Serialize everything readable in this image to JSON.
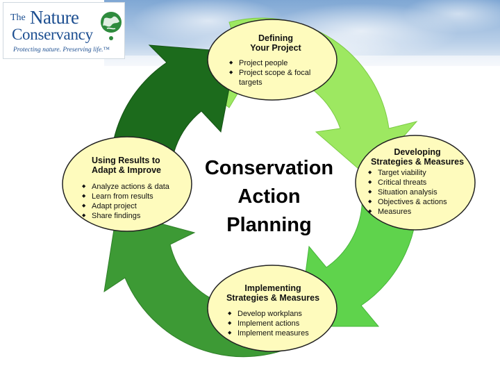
{
  "logo": {
    "the": "The",
    "nature": "Nature",
    "conservancy": "Conservancy",
    "tagline": "Protecting nature. Preserving life.™"
  },
  "center": {
    "line1": "Conservation",
    "line2": "Action",
    "line3": "Planning"
  },
  "nodes": {
    "defining": {
      "title": [
        "Defining",
        "Your Project"
      ],
      "items": [
        "Project people",
        "Project scope & focal targets"
      ]
    },
    "developing": {
      "title": [
        "Developing",
        "Strategies & Measures"
      ],
      "items": [
        "Target viability",
        "Critical threats",
        "Situation analysis",
        "Objectives & actions",
        "Measures"
      ]
    },
    "implementing": {
      "title": [
        "Implementing",
        "Strategies & Measures"
      ],
      "items": [
        "Develop workplans",
        "Implement actions",
        "Implement measures"
      ]
    },
    "using": {
      "title": [
        "Using Results to",
        "Adapt & Improve"
      ],
      "items": [
        "Analyze actions & data",
        "Learn from results",
        "Adapt project",
        "Share findings"
      ]
    }
  },
  "colors": {
    "arrow_light": "#9de861",
    "arrow_mid": "#5fd34c",
    "arrow_dark": "#3d9a35",
    "arrow_darkest": "#1c6b1c",
    "bubble_fill": "#fefbbd",
    "bubble_stroke": "#222222",
    "sky": "#8fb3da",
    "logo_blue": "#1d4f91",
    "globe_green": "#2e8b3d"
  }
}
